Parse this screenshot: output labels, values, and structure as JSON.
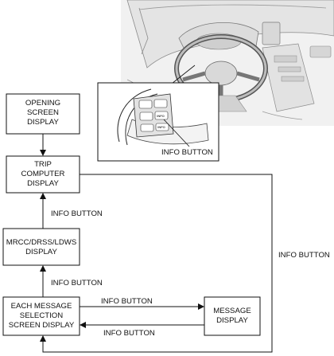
{
  "boxes": {
    "opening": [
      "OPENING",
      "SCREEN",
      "DISPLAY"
    ],
    "trip": [
      "TRIP",
      "COMPUTER",
      "DISPLAY"
    ],
    "mrcc": [
      "MRCC/DRSS/LDWS",
      "DISPLAY"
    ],
    "selection": [
      "EACH MESSAGE",
      "SELECTION",
      "SCREEN DISPLAY"
    ],
    "message": [
      "MESSAGE",
      "DISPLAY"
    ]
  },
  "labels": {
    "mrcc_to_trip": "INFO BUTTON",
    "selection_to_mrcc": "INFO BUTTON",
    "selection_to_message": "INFO BUTTON",
    "message_to_selection": "INFO BUTTON",
    "trip_loop": "INFO BUTTON",
    "inset_callout": "INFO BUTTON"
  },
  "inset_button_text": {
    "top": "INFO",
    "bottom": "INFO"
  }
}
